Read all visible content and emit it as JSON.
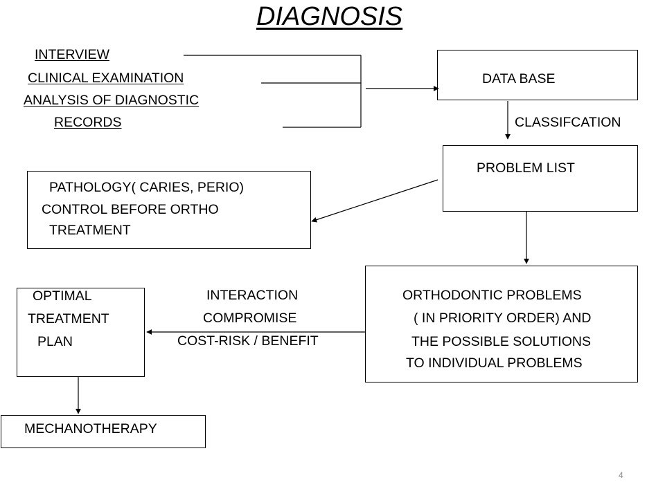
{
  "title": "DIAGNOSIS",
  "inputs": {
    "interview": "INTERVIEW",
    "clinical_examination": "CLINICAL EXAMINATION",
    "analysis_line1": "ANALYSIS OF DIAGNOSTIC",
    "analysis_line2": "RECORDS"
  },
  "database": {
    "label": "DATA BASE"
  },
  "classification": {
    "label": "CLASSIFCATION"
  },
  "problem_list": {
    "label": "PROBLEM LIST"
  },
  "pathology": {
    "line1": "PATHOLOGY( CARIES, PERIO)",
    "line2": "CONTROL BEFORE ORTHO",
    "line3": "TREATMENT"
  },
  "orthodontic_problems": {
    "line1": "ORTHODONTIC PROBLEMS",
    "line2": "( IN PRIORITY ORDER) AND",
    "line3": "THE POSSIBLE SOLUTIONS",
    "line4": "TO INDIVIDUAL PROBLEMS"
  },
  "interaction": {
    "line1": "INTERACTION",
    "line2": "COMPROMISE",
    "line3": "COST-RISK / BENEFIT"
  },
  "optimal_plan": {
    "line1": "OPTIMAL",
    "line2": "TREATMENT",
    "line3": "PLAN"
  },
  "mechanotherapy": {
    "label": "MECHANOTHERAPY"
  },
  "page_number": "4"
}
